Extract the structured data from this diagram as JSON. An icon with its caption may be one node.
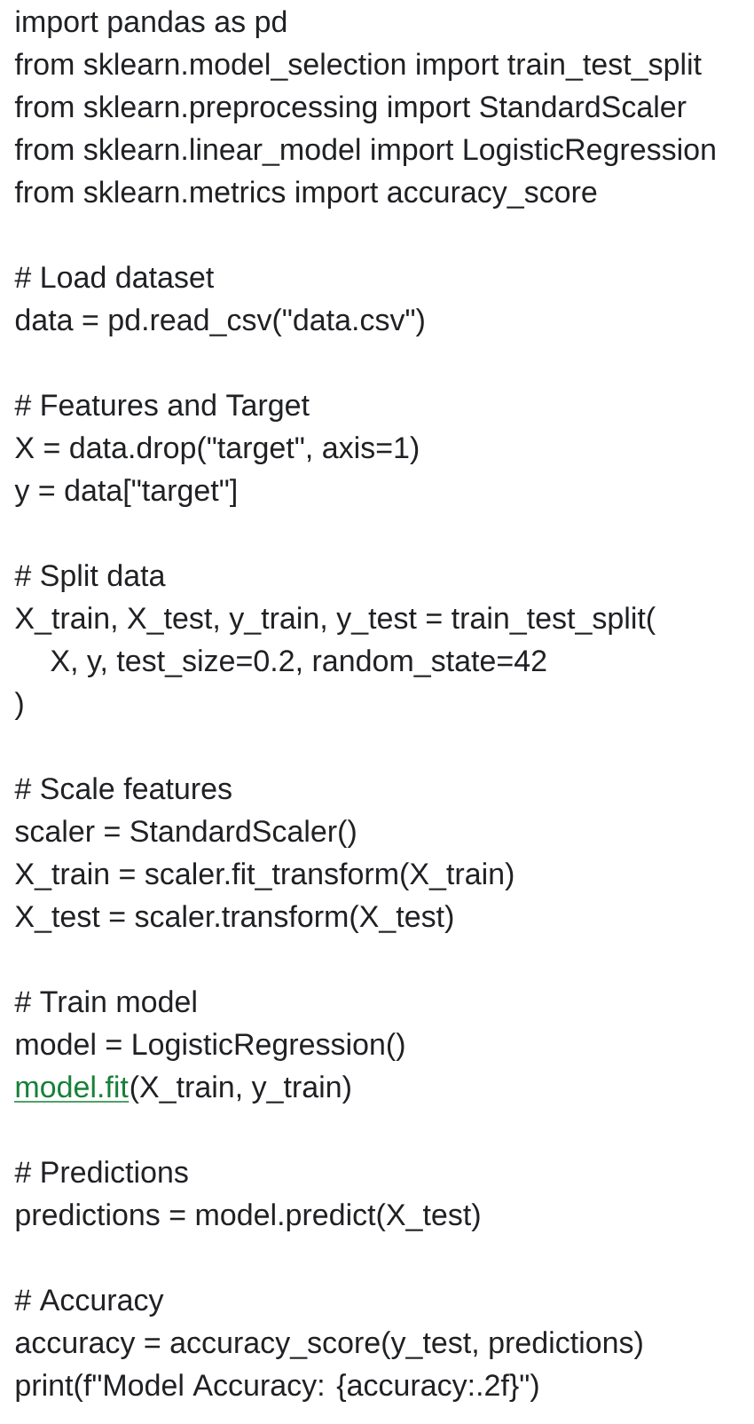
{
  "diagram": {
    "labels": [
      "import pandas as pd",
      "from sklearn.model_selection import train_test_split",
      "from sklearn.preprocessing import StandardScaler",
      "from sklearn.linear_model import LogisticRegression",
      "from sklearn.metrics import accuracy_score",
      "# Load dataset",
      "data = pd.read_csv(\"data.csv\")",
      "# Features and Target",
      "X = data.drop(\"target\", axis=1)",
      "y = data[\"target\"]",
      "# Split data",
      "X_train, X_test, y_train, y_test = train_test_split(",
      "X, y, test_size=0.2, random_state=42",
      ")",
      "# Scale features",
      "scaler = StandardScaler()",
      "X_train = scaler.fit_transform(X_train)",
      "X_test = scaler.transform(X_test)",
      "# Train model",
      "model = LogisticRegression()",
      "model.fit",
      "(X_train, y_train)",
      "# Predictions",
      "predictions = model.predict(X_test)",
      "# Accuracy",
      "accuracy = accuracy_score(y_test, predictions)",
      "print(f\"Model Accuracy: {accuracy:.2f}\")"
    ]
  }
}
